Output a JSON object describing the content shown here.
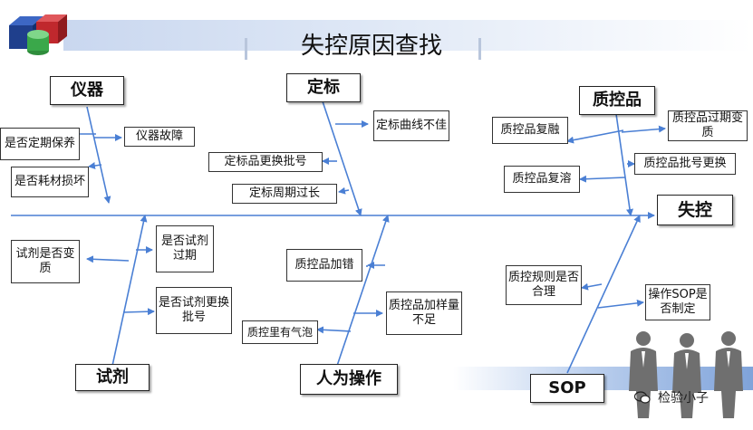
{
  "title": "失控原因查找",
  "watermark": "检验小子",
  "result": "失控",
  "categories": {
    "instrument": "仪器",
    "calibrator": "定标",
    "qc_material": "质控品",
    "reagent": "试剂",
    "operation": "人为操作",
    "sop": "SOP"
  },
  "causes": {
    "maintenance": "是否定期保养",
    "consumables": "是否耗材损坏",
    "fault": "仪器故障",
    "curve": "定标曲线不佳",
    "lot_change": "定标品更换批号",
    "cycle": "定标周期过长",
    "reconstitute": "质控品复融",
    "expired": "质控品过期变质",
    "dissolve": "质控品复溶",
    "qc_lot": "质控品批号更换",
    "reagent_spoiled": "试剂是否变质",
    "reagent_expired": "是否试剂过期",
    "reagent_lot": "是否试剂更换批号",
    "add_wrong": "质控品加错",
    "bubble": "质控里有气泡",
    "sample_short": "质控品加样量不足",
    "rules": "质控规则是否合理",
    "sop_made": "操作SOP是否制定"
  },
  "colors": {
    "line": "#4a7fd4",
    "box_border": "#333333"
  }
}
